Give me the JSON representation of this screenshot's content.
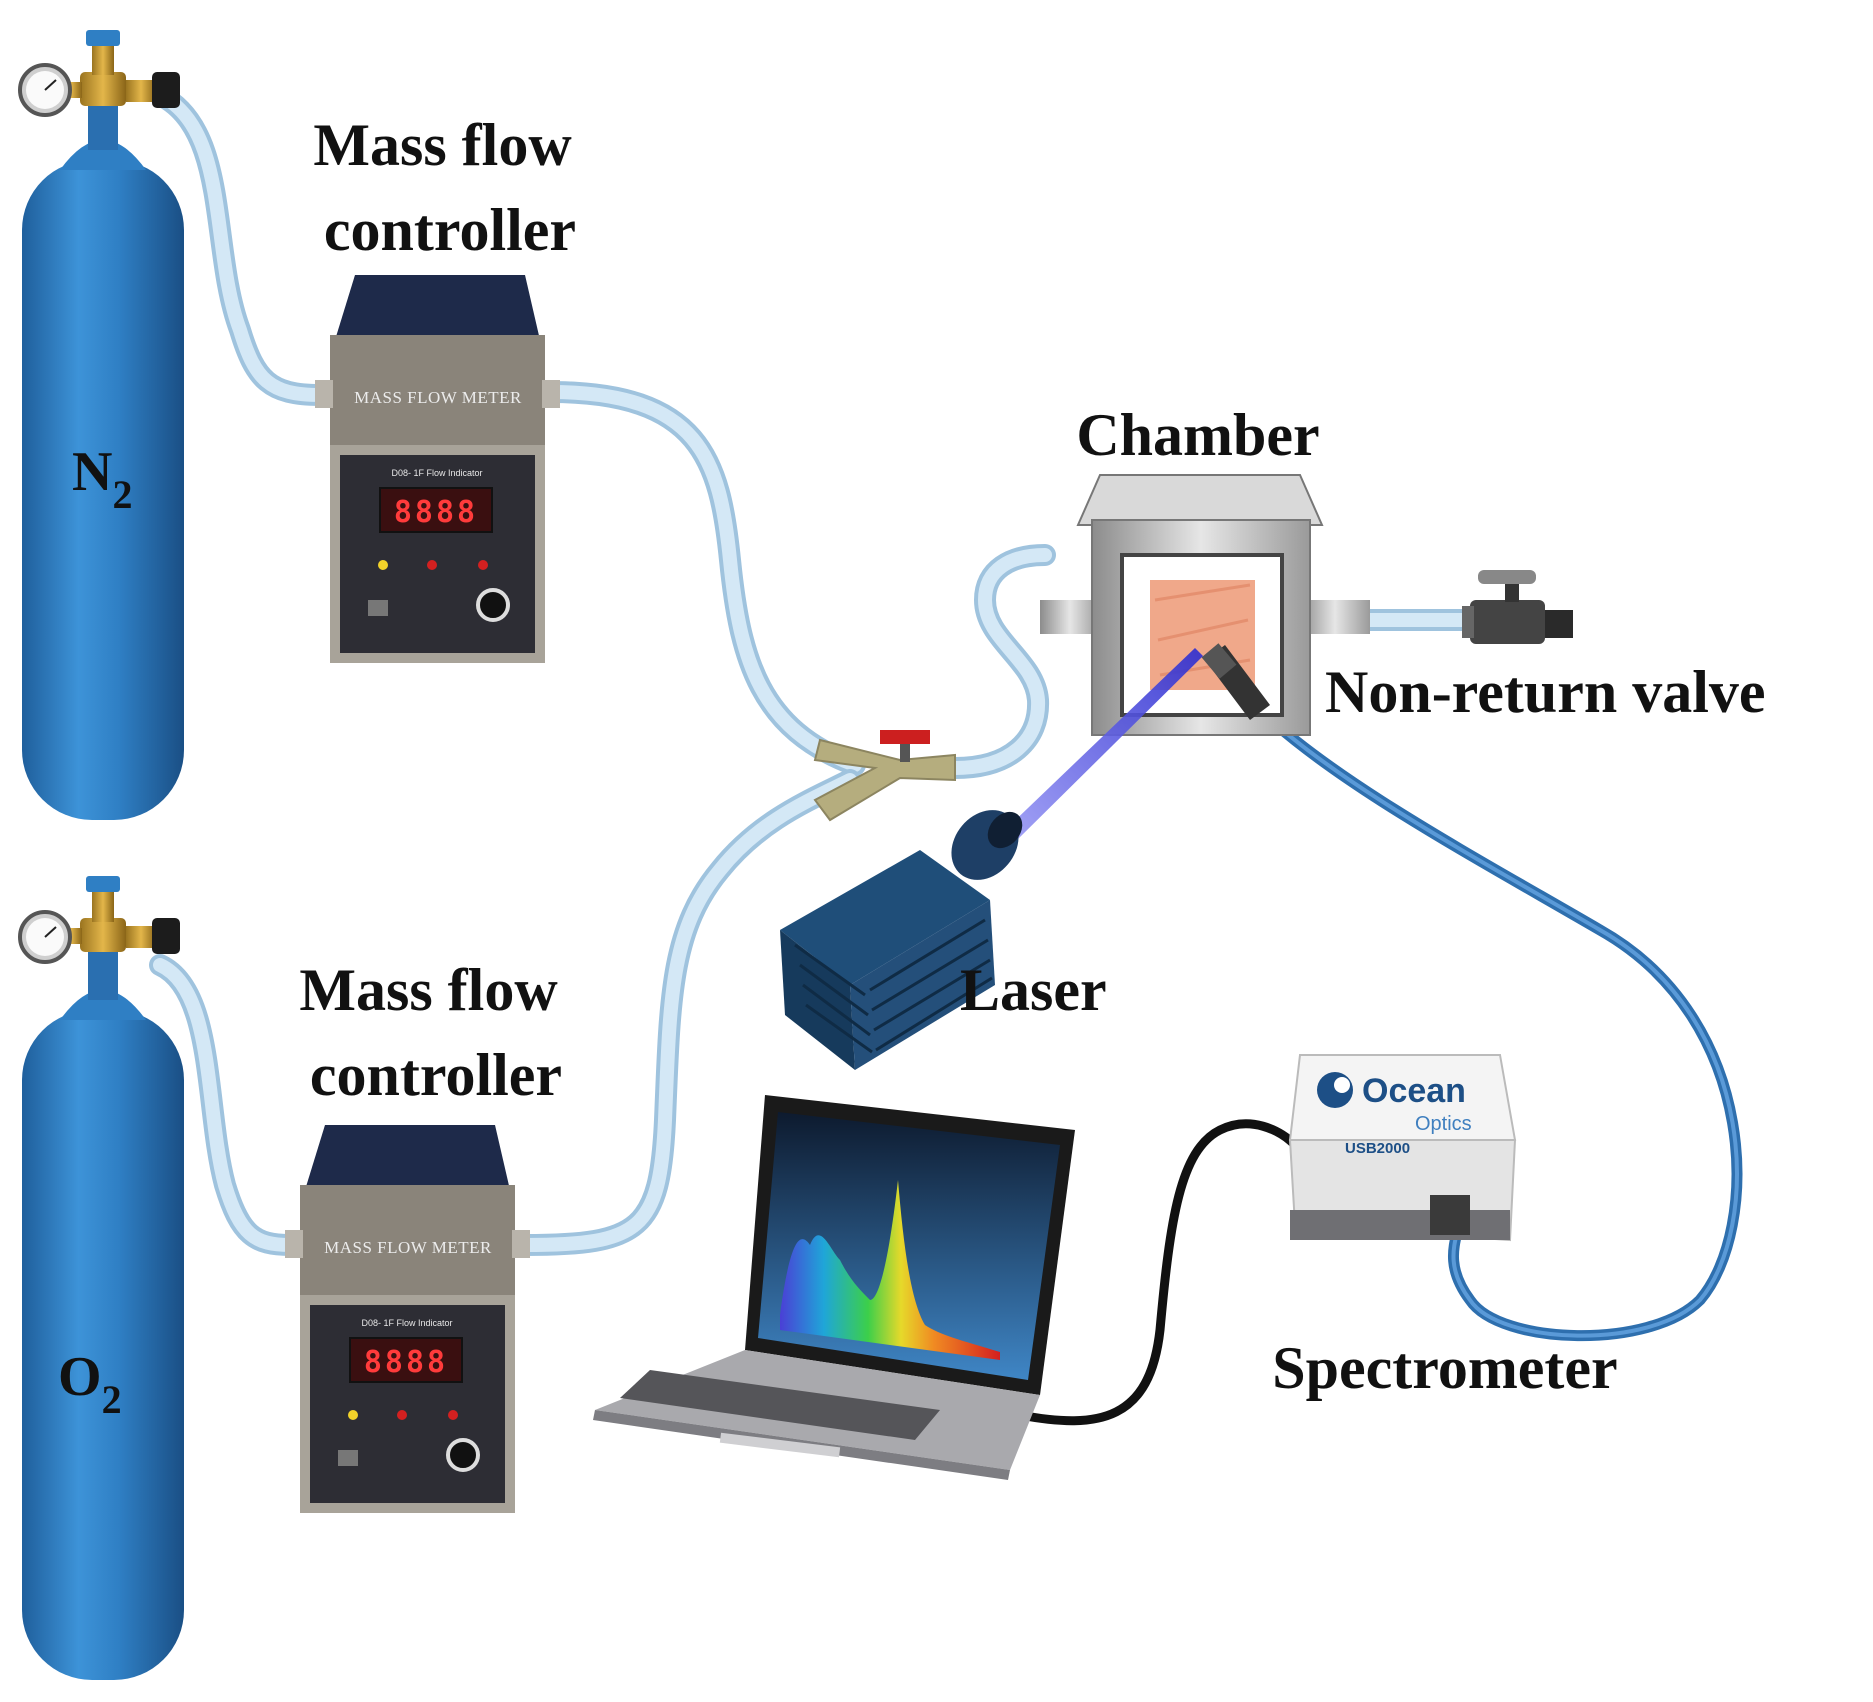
{
  "labels": {
    "mfc_top": [
      "Mass flow",
      "controller"
    ],
    "mfc_bottom": [
      "Mass flow",
      "controller"
    ],
    "cylinder_top": {
      "base": "N",
      "sub": "2"
    },
    "cylinder_bottom": {
      "base": "O",
      "sub": "2"
    },
    "chamber": "Chamber",
    "non_return_valve": "Non-return valve",
    "laser": "Laser",
    "spectrometer": "Spectrometer"
  },
  "device_text": {
    "mass_flow_meter": "MASS FLOW METER",
    "flow_indicator": "D08- 1F Flow Indicator",
    "display": "8888",
    "spectrometer_brand_1": "Ocean",
    "spectrometer_brand_2": "Optics",
    "spectrometer_model": "USB2000"
  },
  "colors": {
    "cylinder_blue": "#2f7fc4",
    "tubing": "#bcd9ee",
    "fiber_blue": "#3a7cc0",
    "laser_beam": "#3b3bd8",
    "valve_red": "#cc1f1f",
    "cable_black": "#111111"
  }
}
